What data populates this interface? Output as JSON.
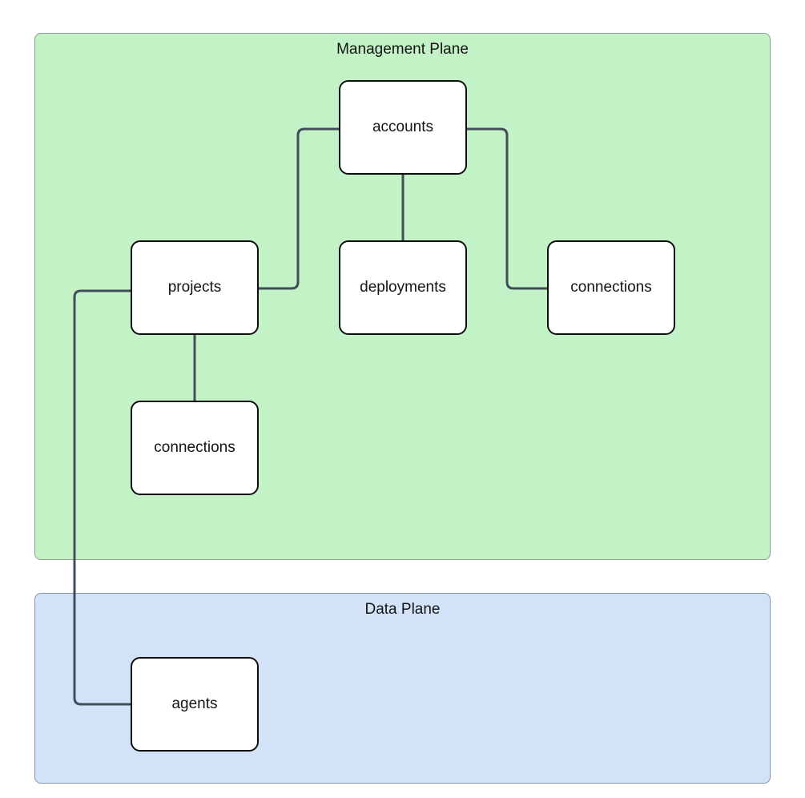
{
  "diagram": {
    "management_plane": {
      "title": "Management Plane"
    },
    "data_plane": {
      "title": "Data Plane"
    },
    "nodes": [
      {
        "id": "accounts",
        "label": "accounts",
        "plane": "management"
      },
      {
        "id": "projects",
        "label": "projects",
        "plane": "management"
      },
      {
        "id": "deployments",
        "label": "deployments",
        "plane": "management"
      },
      {
        "id": "connections-accounts",
        "label": "connections",
        "plane": "management"
      },
      {
        "id": "connections-projects",
        "label": "connections",
        "plane": "management"
      },
      {
        "id": "agents",
        "label": "agents",
        "plane": "data"
      }
    ],
    "edges": [
      {
        "from": "projects",
        "to": "accounts"
      },
      {
        "from": "accounts",
        "to": "connections-accounts"
      },
      {
        "from": "accounts",
        "to": "deployments"
      },
      {
        "from": "projects",
        "to": "connections-projects"
      },
      {
        "from": "projects",
        "to": "agents"
      }
    ],
    "colors": {
      "management_fill": "#c3f2c7",
      "management_border": "#8f9a90",
      "data_fill": "#d2e3f8",
      "data_border": "#8795ab",
      "node_fill": "#ffffff",
      "node_border": "#0d0d0d",
      "edge": "#414d59",
      "text": "#141414"
    }
  }
}
